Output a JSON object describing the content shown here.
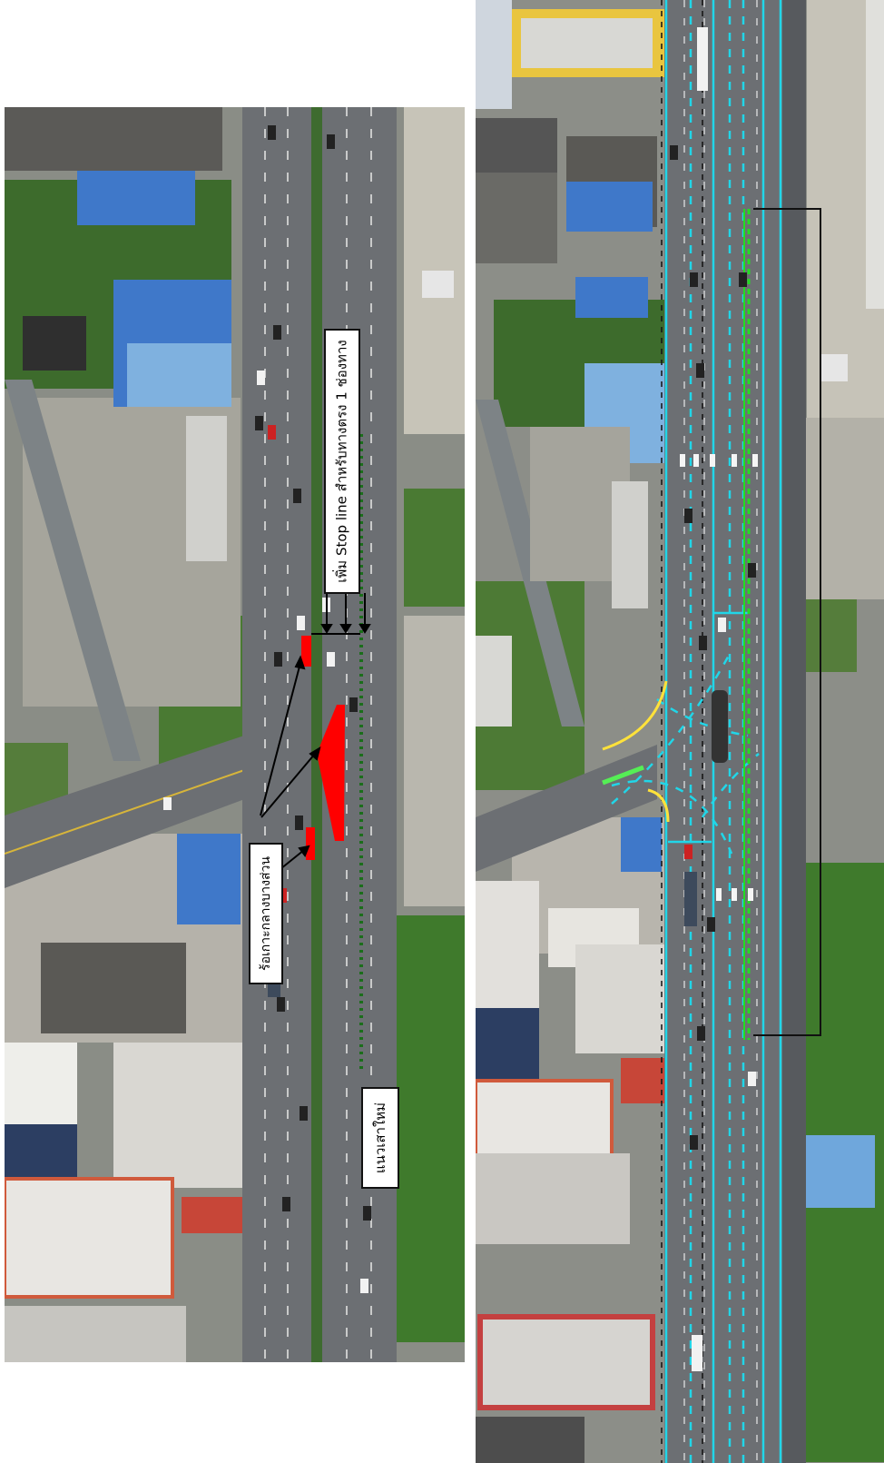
{
  "annotations": {
    "stop_line": "เพิ่ม Stop line สำหรับทางตรง 1 ช่องทาง",
    "islands": "ร้อเกาะกลางบางส่วน",
    "new_lane": "แนวเสาใหม่"
  },
  "colors": {
    "road": "#6c6f73",
    "roof_blue": "#3f78c9",
    "vegetation": "#3d6b2c",
    "island_red": "#ff0000",
    "planned_lane_cyan": "#21d6e8",
    "planned_lane_green": "#22dd22",
    "new_pole_line": "#1b6e1b"
  },
  "icons": [
    "arrow-down-icon",
    "pointer-arrow-icon"
  ]
}
